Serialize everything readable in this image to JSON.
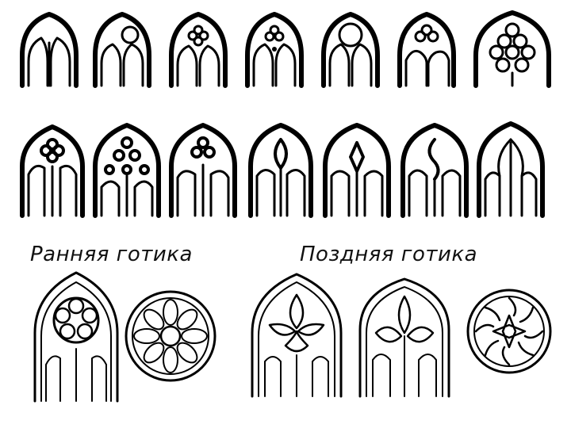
{
  "captions": {
    "early": "Ранняя готика",
    "late": "Поздняя готика"
  },
  "colors": {
    "ink": "#000000",
    "paper": "#ffffff"
  },
  "rows": {
    "top_row": [
      "circle",
      "quatrefoil",
      "trefoil",
      "circle-large",
      "trefoil-sub",
      "cluster"
    ],
    "middle_row": [
      "quatrefoil-tracery",
      "dense-tracery",
      "trefoil-tracery",
      "flame-tracery",
      "star-tracery",
      "flame-tracery-2",
      "fan-tracery"
    ]
  }
}
